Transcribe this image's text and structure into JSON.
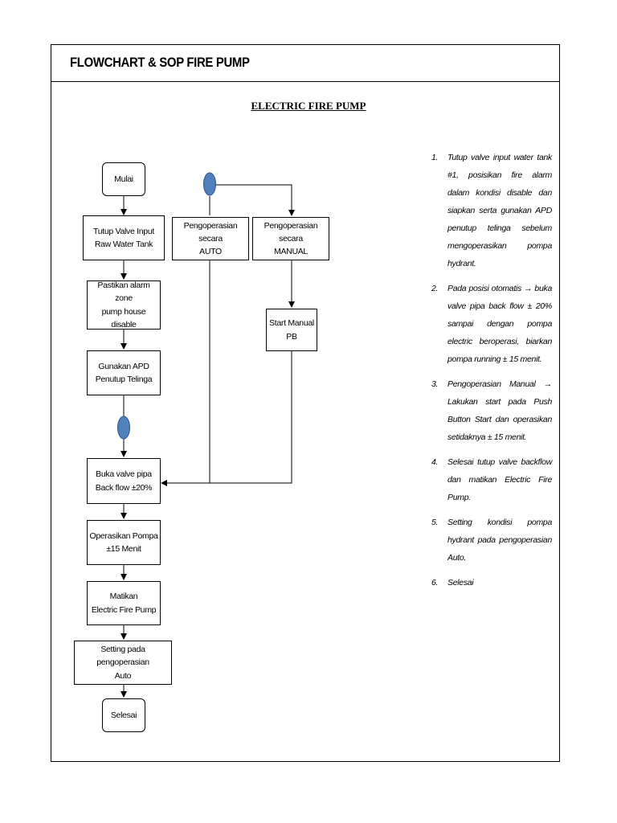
{
  "document": {
    "title": "FLOWCHART & SOP FIRE PUMP",
    "subtitle": "ELECTRIC FIRE PUMP"
  },
  "flowchart": {
    "start": "Mulai",
    "step_tutup_valve": "Tutup Valve Input\nRaw Water Tank",
    "step_alarm": "Pastikan alarm zone\npump house disable",
    "step_apd": "Gunakan APD\nPenutup Telinga",
    "step_auto": "Pengoperasian secara\nAUTO",
    "step_manual": "Pengoperasian secara\nMANUAL",
    "step_start_manual": "Start Manual\nPB",
    "step_buka_valve": "Buka valve pipa\nBack flow ±20%",
    "step_operasikan": "Operasikan Pompa\n±15 Menit",
    "step_matikan": "Matikan\nElectric Fire Pump",
    "step_setting": "Setting pada pengoperasian\nAuto",
    "end": "Selesai",
    "connector_color": "#4f81bd"
  },
  "steps": [
    {
      "num": "1.",
      "text": "Tutup valve input water tank #1, posisikan fire alarm dalam kondisi disable dan siapkan serta gunakan APD penutup telinga sebelum mengoperasikan pompa hydrant."
    },
    {
      "num": "2.",
      "text": "Pada posisi otomatis → buka valve pipa back flow ± 20% sampai dengan pompa electric beroperasi, biarkan pompa running ± 15 menit."
    },
    {
      "num": "3.",
      "text": "Pengoperasian Manual → Lakukan start pada Push Button Start dan operasikan setidaknya ± 15 menit."
    },
    {
      "num": "4.",
      "text": "Selesai tutup valve backflow dan matikan Electric Fire Pump."
    },
    {
      "num": "5.",
      "text": "Setting kondisi pompa hydrant pada pengoperasian Auto."
    },
    {
      "num": "6.",
      "text": "Selesai"
    }
  ]
}
